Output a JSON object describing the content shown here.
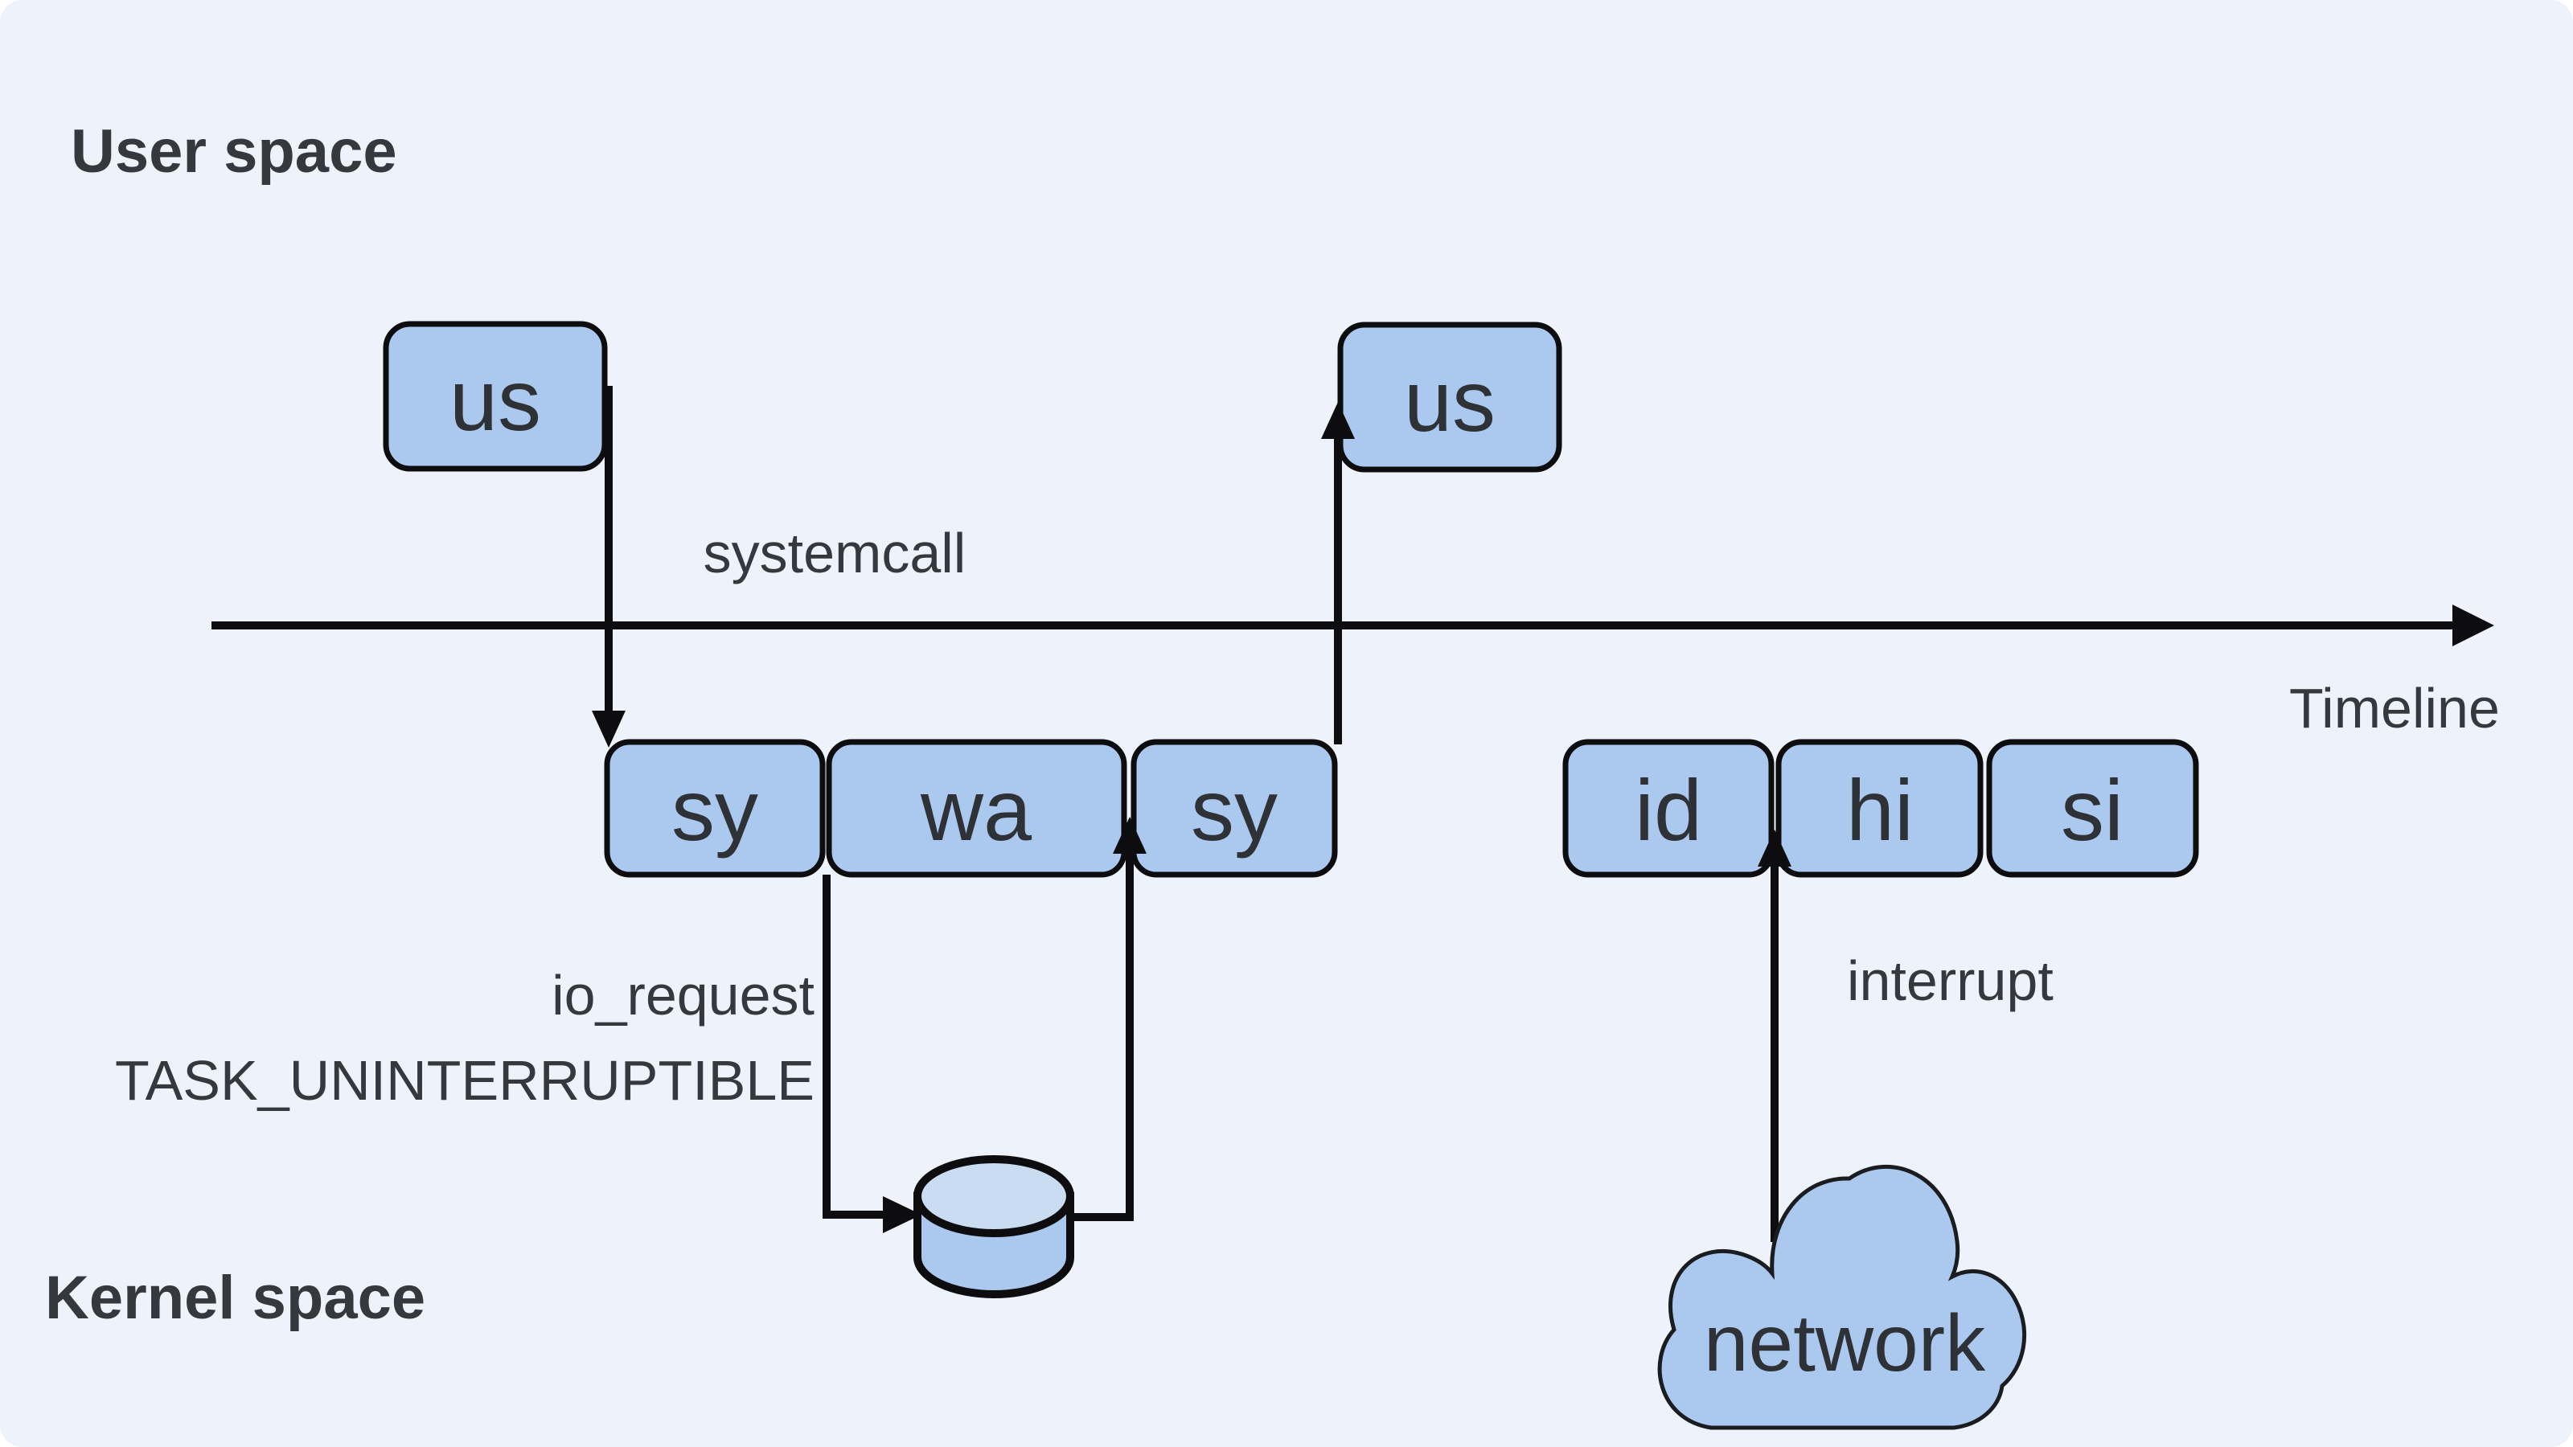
{
  "regions": {
    "user_space": "User space",
    "kernel_space": "Kernel space"
  },
  "timeline": {
    "label": "Timeline"
  },
  "nodes": [
    {
      "id": "us-left",
      "label": "us",
      "row": "user-space"
    },
    {
      "id": "us-right",
      "label": "us",
      "row": "user-space"
    },
    {
      "id": "sy-first",
      "label": "sy",
      "row": "kernel-space"
    },
    {
      "id": "wa",
      "label": "wa",
      "row": "kernel-space"
    },
    {
      "id": "sy-second",
      "label": "sy",
      "row": "kernel-space"
    },
    {
      "id": "id",
      "label": "id",
      "row": "kernel-space"
    },
    {
      "id": "hi",
      "label": "hi",
      "row": "kernel-space"
    },
    {
      "id": "si",
      "label": "si",
      "row": "kernel-space"
    }
  ],
  "annotations": {
    "systemcall": "systemcall",
    "io_request": "io_request",
    "task_state": "TASK_UNINTERRUPTIBLE",
    "interrupt": "interrupt",
    "network": "network"
  },
  "icons": {
    "disk": "disk-cylinder-icon",
    "network": "network-cloud-icon"
  },
  "colors": {
    "background": "#eef2fa",
    "node_fill": "#abc8ee",
    "disk_top_fill": "#cadcf1",
    "line": "#0d0d0f",
    "text": "#35383c"
  }
}
